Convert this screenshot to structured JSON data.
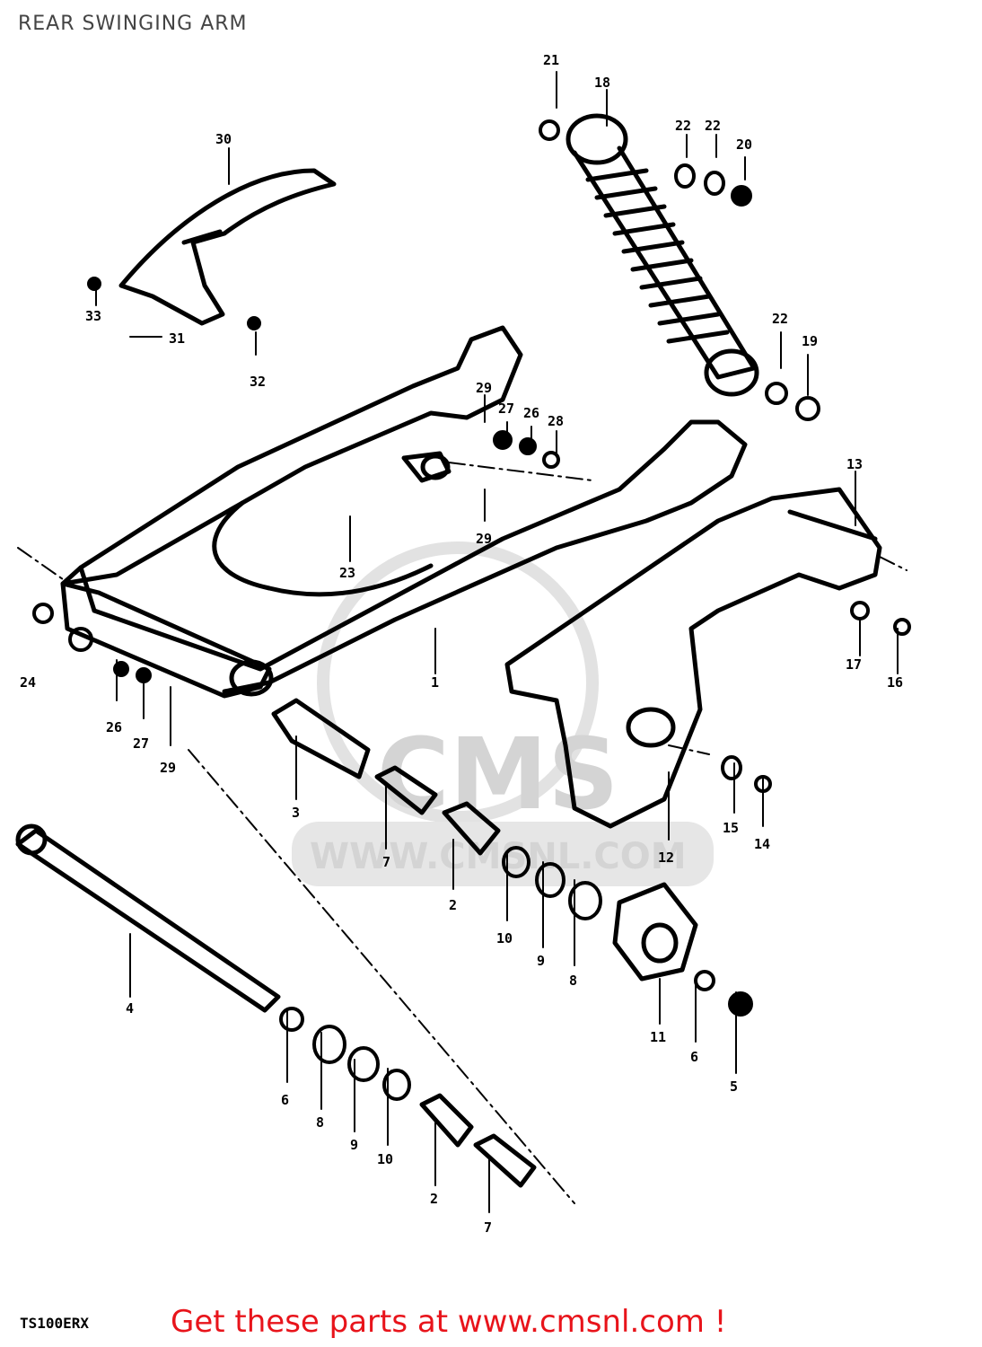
{
  "header": {
    "title": "REAR SWINGING ARM"
  },
  "diagram": {
    "labels": {
      "n1": "1",
      "n2a": "2",
      "n2b": "2",
      "n3": "3",
      "n4": "4",
      "n5": "5",
      "n6a": "6",
      "n6b": "6",
      "n7a": "7",
      "n7b": "7",
      "n8a": "8",
      "n8b": "8",
      "n9a": "9",
      "n9b": "9",
      "n10a": "10",
      "n10b": "10",
      "n11": "11",
      "n12": "12",
      "n13": "13",
      "n14": "14",
      "n15": "15",
      "n16": "16",
      "n17": "17",
      "n18": "18",
      "n19": "19",
      "n20": "20",
      "n21": "21",
      "n22a": "22",
      "n22b": "22",
      "n22c": "22",
      "n23": "23",
      "n24": "24",
      "n26a": "26",
      "n26b": "26",
      "n27a": "27",
      "n27b": "27",
      "n28": "28",
      "n29a": "29",
      "n29b": "29",
      "n29c": "29",
      "n30": "30",
      "n31": "31",
      "n32": "32",
      "n33": "33"
    },
    "watermark": {
      "brand": "CMS",
      "url": "WWW.CMSNL.COM"
    }
  },
  "footer": {
    "model_code": "TS100ERX",
    "cta": "Get these parts at www.cmsnl.com !"
  }
}
